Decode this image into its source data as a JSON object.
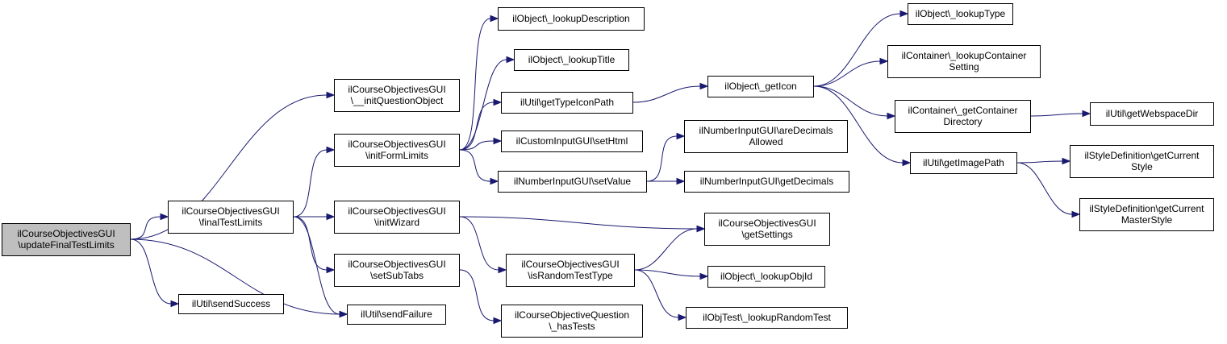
{
  "diagram": {
    "type": "call-graph",
    "colors": {
      "edge": "#191970",
      "root_fill": "#bfbfbf",
      "node_fill": "#ffffff",
      "node_border": "#000000"
    },
    "nodes": [
      {
        "id": "updateFinalTestLimits",
        "lines": [
          "ilCourseObjectivesGUI",
          "\\updateFinalTestLimits"
        ],
        "root": true
      },
      {
        "id": "finalTestLimits",
        "lines": [
          "ilCourseObjectivesGUI",
          "\\finalTestLimits"
        ]
      },
      {
        "id": "initQuestionObject",
        "lines": [
          "ilCourseObjectivesGUI",
          "\\__initQuestionObject"
        ]
      },
      {
        "id": "sendSuccess",
        "lines": [
          "ilUtil\\sendSuccess"
        ]
      },
      {
        "id": "sendFailure",
        "lines": [
          "ilUtil\\sendFailure"
        ]
      },
      {
        "id": "initFormLimits",
        "lines": [
          "ilCourseObjectivesGUI",
          "\\initFormLimits"
        ]
      },
      {
        "id": "initWizard",
        "lines": [
          "ilCourseObjectivesGUI",
          "\\initWizard"
        ]
      },
      {
        "id": "setSubTabs",
        "lines": [
          "ilCourseObjectivesGUI",
          "\\setSubTabs"
        ]
      },
      {
        "id": "lookupDescription",
        "lines": [
          "ilObject\\_lookupDescription"
        ]
      },
      {
        "id": "lookupTitle",
        "lines": [
          "ilObject\\_lookupTitle"
        ]
      },
      {
        "id": "getTypeIconPath",
        "lines": [
          "ilUtil\\getTypeIconPath"
        ]
      },
      {
        "id": "setHtml",
        "lines": [
          "ilCustomInputGUI\\setHtml"
        ]
      },
      {
        "id": "setValue",
        "lines": [
          "ilNumberInputGUI\\setValue"
        ]
      },
      {
        "id": "isRandomTestType",
        "lines": [
          "ilCourseObjectivesGUI",
          "\\isRandomTestType"
        ]
      },
      {
        "id": "hasTests",
        "lines": [
          "ilCourseObjectiveQuestion",
          "\\_hasTests"
        ]
      },
      {
        "id": "getIcon",
        "lines": [
          "ilObject\\_getIcon"
        ]
      },
      {
        "id": "areDecimalsAllowed",
        "lines": [
          "ilNumberInputGUI\\areDecimals",
          "Allowed"
        ]
      },
      {
        "id": "getDecimals",
        "lines": [
          "ilNumberInputGUI\\getDecimals"
        ]
      },
      {
        "id": "getSettings",
        "lines": [
          "ilCourseObjectivesGUI",
          "\\getSettings"
        ]
      },
      {
        "id": "lookupObjId",
        "lines": [
          "ilObject\\_lookupObjId"
        ]
      },
      {
        "id": "lookupRandomTest",
        "lines": [
          "ilObjTest\\_lookupRandomTest"
        ]
      },
      {
        "id": "lookupType",
        "lines": [
          "ilObject\\_lookupType"
        ]
      },
      {
        "id": "lookupContainerSetting",
        "lines": [
          "ilContainer\\_lookupContainer",
          "Setting"
        ]
      },
      {
        "id": "getContainerDirectory",
        "lines": [
          "ilContainer\\_getContainer",
          "Directory"
        ]
      },
      {
        "id": "getImagePath",
        "lines": [
          "ilUtil\\getImagePath"
        ]
      },
      {
        "id": "getWebspaceDir",
        "lines": [
          "ilUtil\\getWebspaceDir"
        ]
      },
      {
        "id": "getCurrentStyle",
        "lines": [
          "ilStyleDefinition\\getCurrent",
          "Style"
        ]
      },
      {
        "id": "getCurrentMasterStyle",
        "lines": [
          "ilStyleDefinition\\getCurrent",
          "MasterStyle"
        ]
      }
    ],
    "edges": [
      {
        "from": "updateFinalTestLimits",
        "to": "initQuestionObject"
      },
      {
        "from": "updateFinalTestLimits",
        "to": "finalTestLimits"
      },
      {
        "from": "updateFinalTestLimits",
        "to": "sendSuccess"
      },
      {
        "from": "updateFinalTestLimits",
        "to": "sendFailure"
      },
      {
        "from": "finalTestLimits",
        "to": "initFormLimits"
      },
      {
        "from": "finalTestLimits",
        "to": "initWizard"
      },
      {
        "from": "finalTestLimits",
        "to": "setSubTabs"
      },
      {
        "from": "finalTestLimits",
        "to": "sendFailure"
      },
      {
        "from": "initFormLimits",
        "to": "lookupDescription"
      },
      {
        "from": "initFormLimits",
        "to": "lookupTitle"
      },
      {
        "from": "initFormLimits",
        "to": "getTypeIconPath"
      },
      {
        "from": "initFormLimits",
        "to": "setHtml"
      },
      {
        "from": "initFormLimits",
        "to": "setValue"
      },
      {
        "from": "initWizard",
        "to": "getSettings"
      },
      {
        "from": "initWizard",
        "to": "isRandomTestType"
      },
      {
        "from": "setSubTabs",
        "to": "hasTests"
      },
      {
        "from": "getTypeIconPath",
        "to": "getIcon"
      },
      {
        "from": "setValue",
        "to": "areDecimalsAllowed"
      },
      {
        "from": "setValue",
        "to": "getDecimals"
      },
      {
        "from": "isRandomTestType",
        "to": "getSettings"
      },
      {
        "from": "isRandomTestType",
        "to": "lookupObjId"
      },
      {
        "from": "isRandomTestType",
        "to": "lookupRandomTest"
      },
      {
        "from": "getIcon",
        "to": "lookupType"
      },
      {
        "from": "getIcon",
        "to": "lookupContainerSetting"
      },
      {
        "from": "getIcon",
        "to": "getContainerDirectory"
      },
      {
        "from": "getIcon",
        "to": "getImagePath"
      },
      {
        "from": "getContainerDirectory",
        "to": "getWebspaceDir"
      },
      {
        "from": "getImagePath",
        "to": "getCurrentStyle"
      },
      {
        "from": "getImagePath",
        "to": "getCurrentMasterStyle"
      }
    ]
  }
}
